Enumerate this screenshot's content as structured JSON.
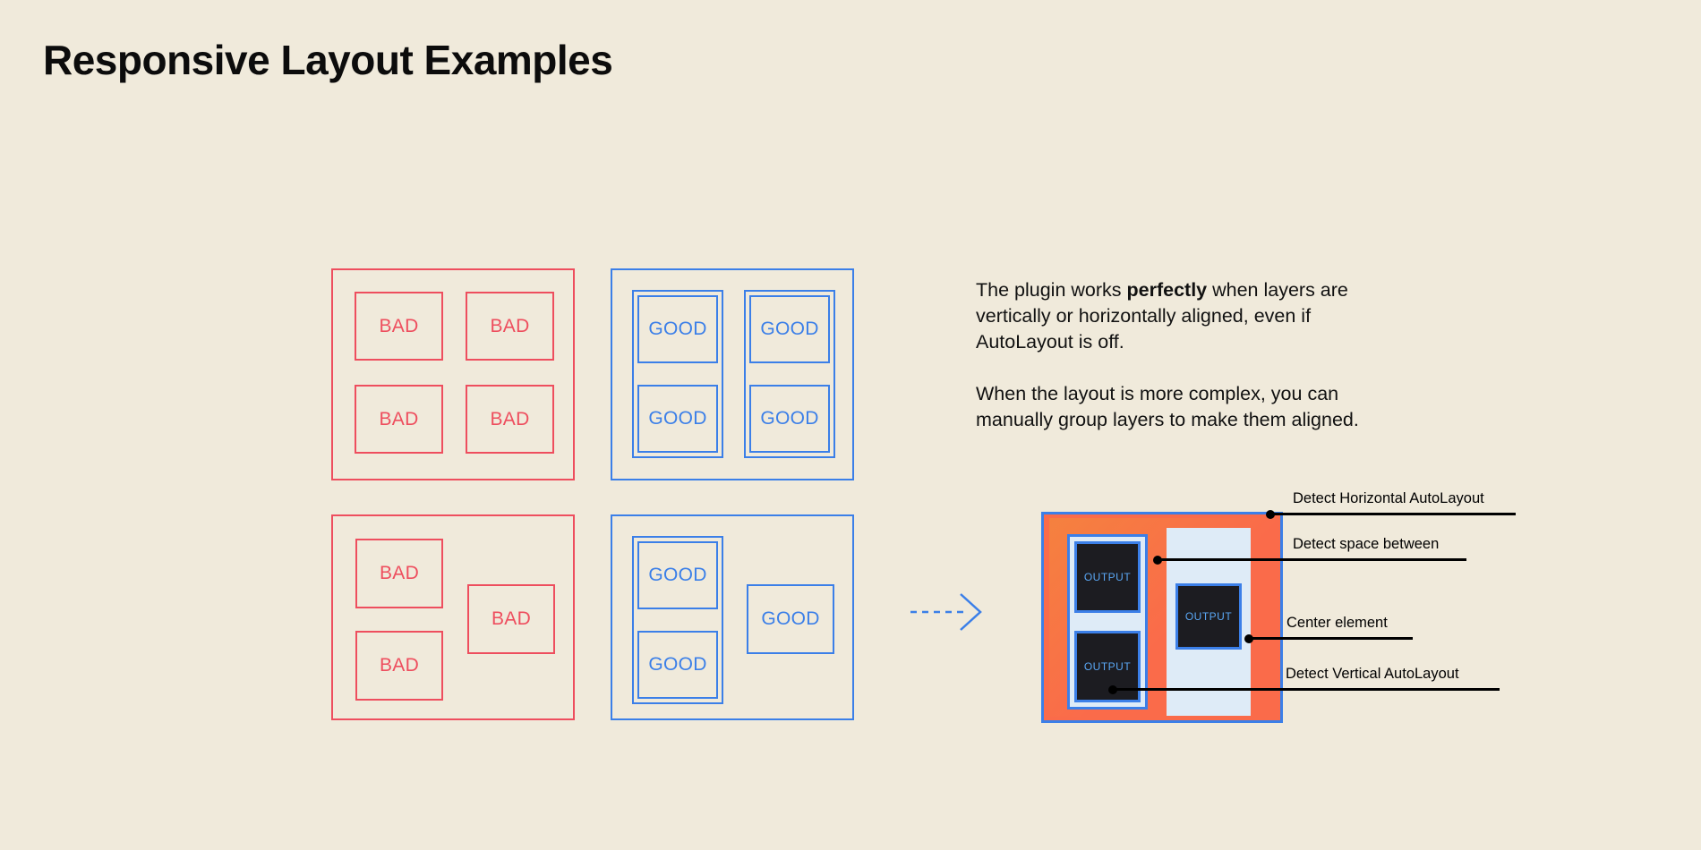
{
  "page": {
    "title": "Responsive Layout Examples",
    "background_color": "#F0EADB"
  },
  "colors": {
    "bad_red": "#EE4E5E",
    "good_blue": "#3B7FE8",
    "orange_fill": "#F5813F",
    "light_blue_fill": "#DEEBF7",
    "dark_box": "#1C1C21",
    "output_text": "#5AA7F5",
    "annotation": "#000000"
  },
  "examples": {
    "bad_label": "BAD",
    "good_label": "GOOD",
    "top_bad": {
      "name": "bad-grid-aligned",
      "boxes": [
        "BAD",
        "BAD",
        "BAD",
        "BAD"
      ]
    },
    "top_good": {
      "name": "good-grid-grouped",
      "columns": [
        {
          "boxes": [
            "GOOD",
            "GOOD"
          ]
        },
        {
          "boxes": [
            "GOOD",
            "GOOD"
          ]
        }
      ]
    },
    "bottom_bad": {
      "name": "bad-complex-layout",
      "boxes": [
        "BAD",
        "BAD",
        "BAD"
      ]
    },
    "bottom_good": {
      "name": "good-complex-layout",
      "column": {
        "boxes": [
          "GOOD",
          "GOOD"
        ]
      },
      "standalone": "GOOD"
    }
  },
  "copy": {
    "p1_before": "The plugin works ",
    "p1_bold": "perfectly",
    "p1_after": " when layers are vertically or horizontally aligned, even if AutoLayout is off.",
    "p2": "When the layout is more complex, you can manually group layers to make them aligned."
  },
  "arrow": {
    "name": "flow-arrow",
    "style": "dashed",
    "direction": "right",
    "color": "#3B7FE8"
  },
  "diagram": {
    "name": "autolayout-detection-preview",
    "output_label": "OUTPUT",
    "outputs": [
      "OUTPUT",
      "OUTPUT",
      "OUTPUT"
    ],
    "annotations": [
      {
        "label": "Detect Horizontal AutoLayout"
      },
      {
        "label": "Detect space between"
      },
      {
        "label": "Center element"
      },
      {
        "label": "Detect Vertical AutoLayout"
      }
    ]
  }
}
